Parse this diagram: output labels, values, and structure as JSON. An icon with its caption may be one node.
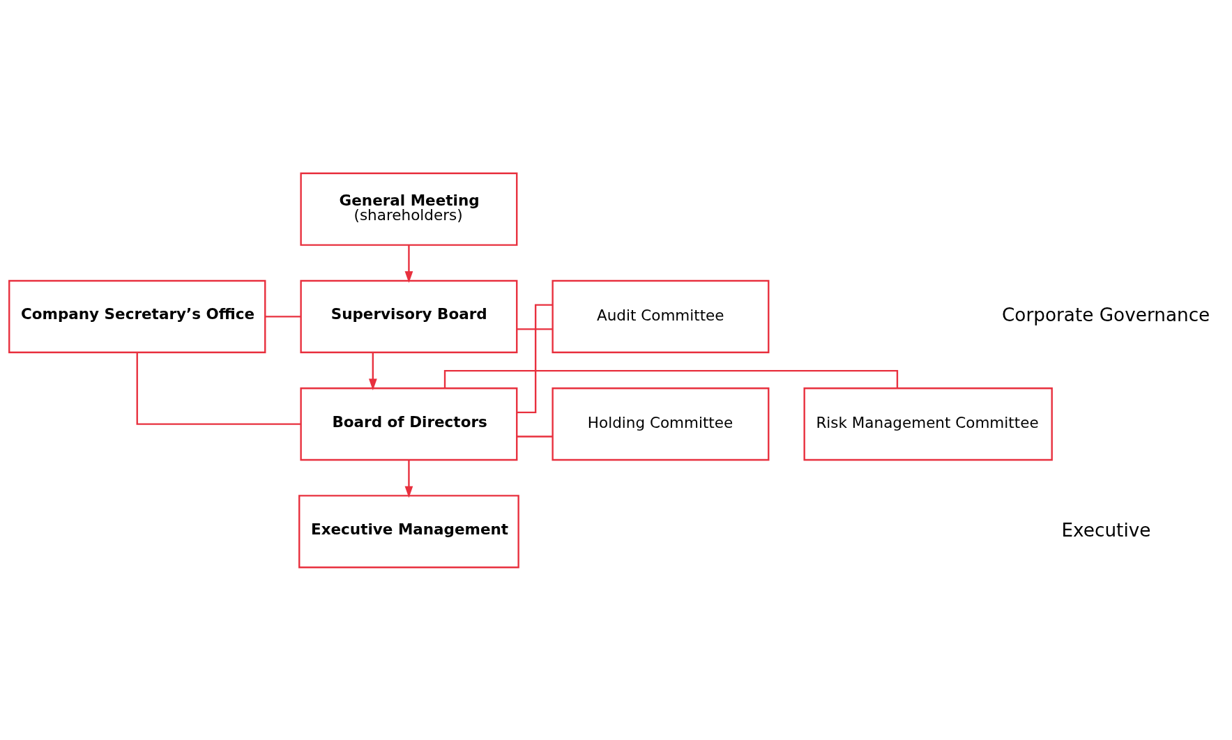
{
  "diagram": {
    "nodes": [
      {
        "text": [
          "General Meeting",
          "(shareholders)"
        ]
      },
      {
        "text": [
          "Company Secretary’s Office"
        ]
      },
      {
        "text": [
          "Supervisory Board"
        ]
      },
      {
        "text": [
          "Audit Committee"
        ]
      },
      {
        "text": [
          "Board of Directors"
        ]
      },
      {
        "text": [
          "Risk Management Committee"
        ]
      },
      {
        "text": [
          "Holding Committee"
        ]
      },
      {
        "text": [
          "Executive Management"
        ]
      }
    ],
    "edges": [
      {
        "from": 0,
        "to": 2,
        "arrow": "to"
      },
      {
        "from": 1,
        "to": 2,
        "arrow": "none"
      },
      {
        "from": 1,
        "to": 4,
        "arrow": "none"
      },
      {
        "from": 2,
        "to": 3,
        "arrow": "none"
      },
      {
        "from": 4,
        "to": 3,
        "arrow": "none"
      },
      {
        "from": 2,
        "to": 4,
        "arrow": "to"
      },
      {
        "from": 4,
        "to": 5,
        "arrow": "none"
      },
      {
        "from": 4,
        "to": 6,
        "arrow": "none"
      },
      {
        "from": 4,
        "to": 7,
        "arrow": "to"
      }
    ],
    "labels": [
      "Corporate Governance",
      "Executive"
    ]
  }
}
